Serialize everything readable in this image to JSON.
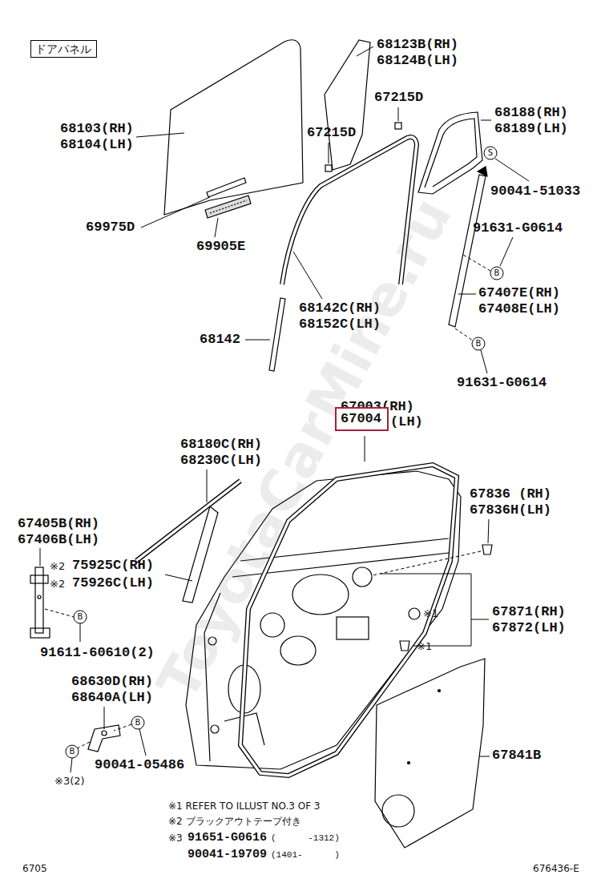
{
  "diagram": {
    "nodes": [
      {
        "text": [
          "ドアパネル"
        ]
      },
      {
        "text": [
          "67004"
        ]
      }
    ],
    "labels": [
      "68123B(RH)",
      "68124B(LH)",
      "68103(RH)",
      "68104(LH)",
      "67215D",
      "67215D",
      "68188(RH)",
      "68189(LH)",
      "S",
      "90041-51033",
      "69975D",
      "69905E",
      "91631-G0614",
      "B",
      "67407E(RH)",
      "67408E(LH)",
      "68142C(RH)",
      "68152C(LH)",
      "68142",
      "B",
      "91631-G0614",
      "67003(RH)",
      "(LH)",
      "68180C(RH)",
      "68230C(LH)",
      "67836 (RH)",
      "67836H(LH)",
      "67405B(RH)",
      "67406B(LH)",
      "※2",
      "75925C(RH)",
      "※2",
      "75926C(LH)",
      "B",
      "67871(RH)",
      "67872(LH)",
      "※1",
      "※1",
      "91611-60610(2)",
      "68630D(RH)",
      "68640A(LH)",
      "B",
      "67841B",
      "90041-05486",
      "B",
      "※3(2)",
      "※1 REFER TO ILLUST NO.3 OF 3",
      "※2 ブラックアウトテープ付き",
      "※3",
      "91651-G0616",
      "(      -1312)",
      "90041-19709",
      "(1401-      )",
      "6705",
      "676436-E",
      "ToyotaCarMine.ru"
    ]
  }
}
